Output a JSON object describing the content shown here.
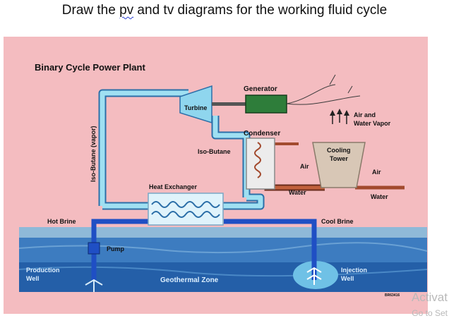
{
  "question": {
    "before": "Draw the ",
    "misspelled": "pv",
    "after": " and tv diagrams for the working fluid cycle"
  },
  "diagram": {
    "title": "Binary Cycle Power Plant",
    "labels": {
      "generator": "Generator",
      "turbine": "Turbine",
      "air_and_water_vapor_1": "Air and",
      "air_and_water_vapor_2": "Water Vapor",
      "condenser": "Condenser",
      "iso_butane": "Iso-Butane",
      "cooling_tower_1": "Cooling",
      "cooling_tower_2": "Tower",
      "air_left": "Air",
      "air_right": "Air",
      "water_center": "Water",
      "water_right": "Water",
      "iso_butane_vapor": "Iso-Butane (vapor)",
      "heat_exchanger": "Heat Exchanger",
      "hot_brine": "Hot Brine",
      "cool_brine": "Cool Brine",
      "pump": "Pump",
      "production_well_1": "Production",
      "production_well_2": "Well",
      "geothermal_zone": "Geothermal Zone",
      "injection_well_1": "Injection",
      "injection_well_2": "Well",
      "figure_code": "BR63416"
    },
    "colors": {
      "background": "#f4bcc0",
      "vapor_pipe": "#9fe0f2",
      "brine_pipe": "#1f4fc4",
      "ground": "#2f6fb8",
      "generator": "#2e7d3a",
      "cooling_tower": "#d8c7b6"
    }
  },
  "watermark": {
    "line1": "Activat",
    "line2": "Go to Set"
  }
}
